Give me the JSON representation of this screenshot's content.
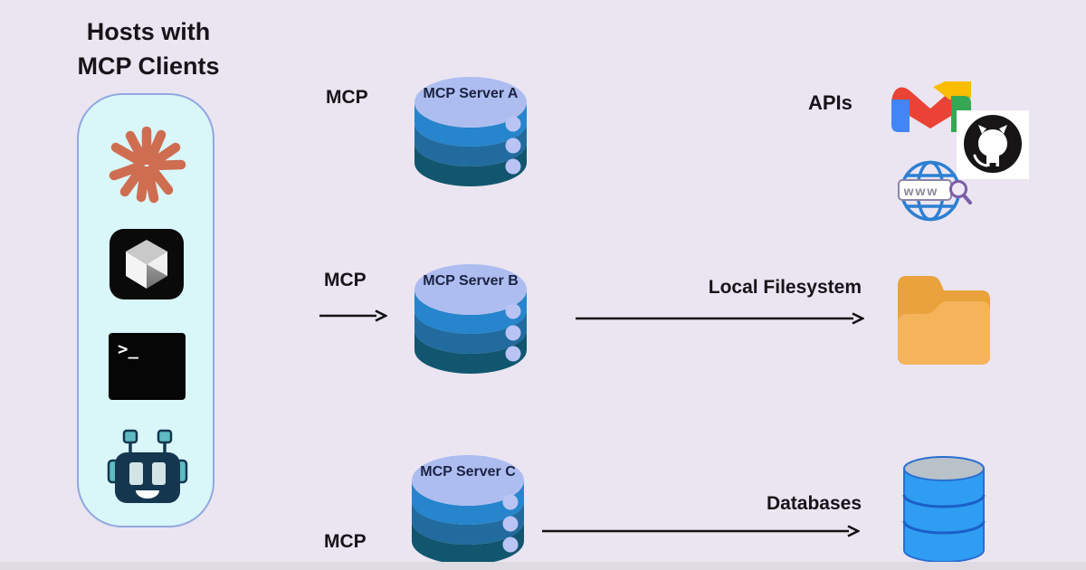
{
  "hosts_panel": {
    "title_line1": "Hosts with",
    "title_line2": "MCP Clients",
    "icons": [
      "claude-logo-icon",
      "cursor-app-icon",
      "terminal-icon",
      "robot-icon"
    ]
  },
  "mcp_servers": [
    {
      "name": "MCP Server A",
      "protocol": "MCP"
    },
    {
      "name": "MCP Server B",
      "protocol": "MCP"
    },
    {
      "name": "MCP Server C",
      "protocol": "MCP"
    }
  ],
  "resources": {
    "apis_label": "APIs",
    "apis_icons": [
      "gmail-icon",
      "github-icon",
      "web-globe-icon"
    ],
    "filesystem_label": "Local Filesystem",
    "filesystem_icon": "folder-icon",
    "databases_label": "Databases",
    "databases_icon": "database-icon",
    "web_badge_text": "www"
  },
  "terminal": {
    "prompt": ">_"
  },
  "colors": {
    "background": "#eae5f1",
    "panel_fill": "#d9f6f9",
    "panel_border": "#92a8de",
    "claude_coral": "#cf6d50",
    "cylinder_top": "#aebdf0",
    "cylinder_band1": "#2685cc",
    "cylinder_band2": "#216b9e",
    "cylinder_band3": "#11566e",
    "cylinder_dot": "#b9c4f4",
    "folder_back": "#e9a23c",
    "folder_front": "#f5b35a",
    "database_blue": "#2f9df2",
    "arrow": "#131313"
  }
}
